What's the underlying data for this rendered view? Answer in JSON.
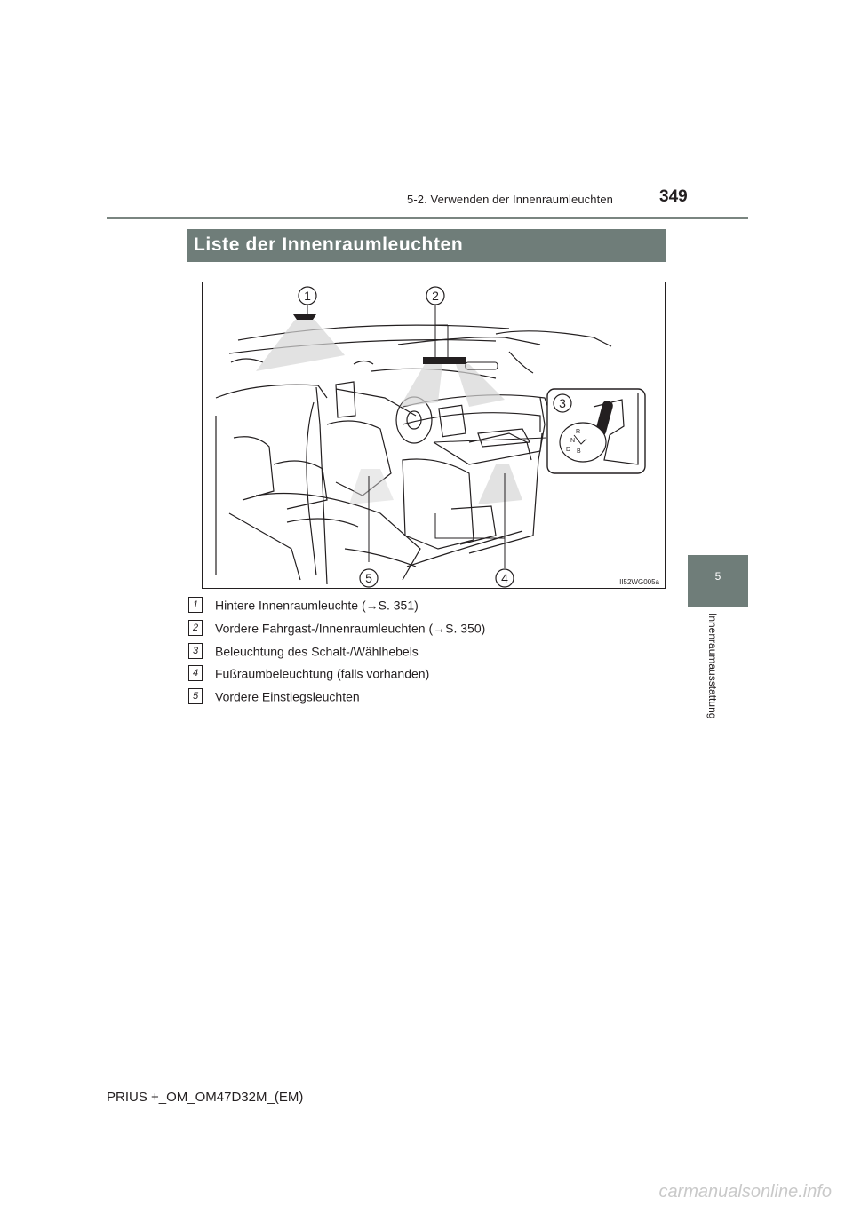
{
  "header": {
    "section": "5-2. Verwenden der Innenraumleuchten",
    "page_number": "349"
  },
  "title": "Liste der Innenraumleuchten",
  "illustration": {
    "code": "II52WG005a",
    "callouts": [
      "1",
      "2",
      "3",
      "4",
      "5"
    ],
    "shift_letters": [
      "R",
      "N",
      "D",
      "B"
    ]
  },
  "items": [
    {
      "num": "1",
      "text": "Hintere Innenraumleuchte (→S. 351)"
    },
    {
      "num": "2",
      "text": "Vordere Fahrgast-/Innenraumleuchten (→S. 350)"
    },
    {
      "num": "3",
      "text": "Beleuchtung des Schalt-/Wählhebels"
    },
    {
      "num": "4",
      "text": "Fußraumbeleuchtung (falls vorhanden)"
    },
    {
      "num": "5",
      "text": "Vordere Einstiegsleuchten"
    }
  ],
  "side_tab": {
    "number": "5",
    "label": "Innenraumausstattung"
  },
  "footer": "PRIUS +_OM_OM47D32M_(EM)",
  "watermark": "carmanualsonline.info"
}
